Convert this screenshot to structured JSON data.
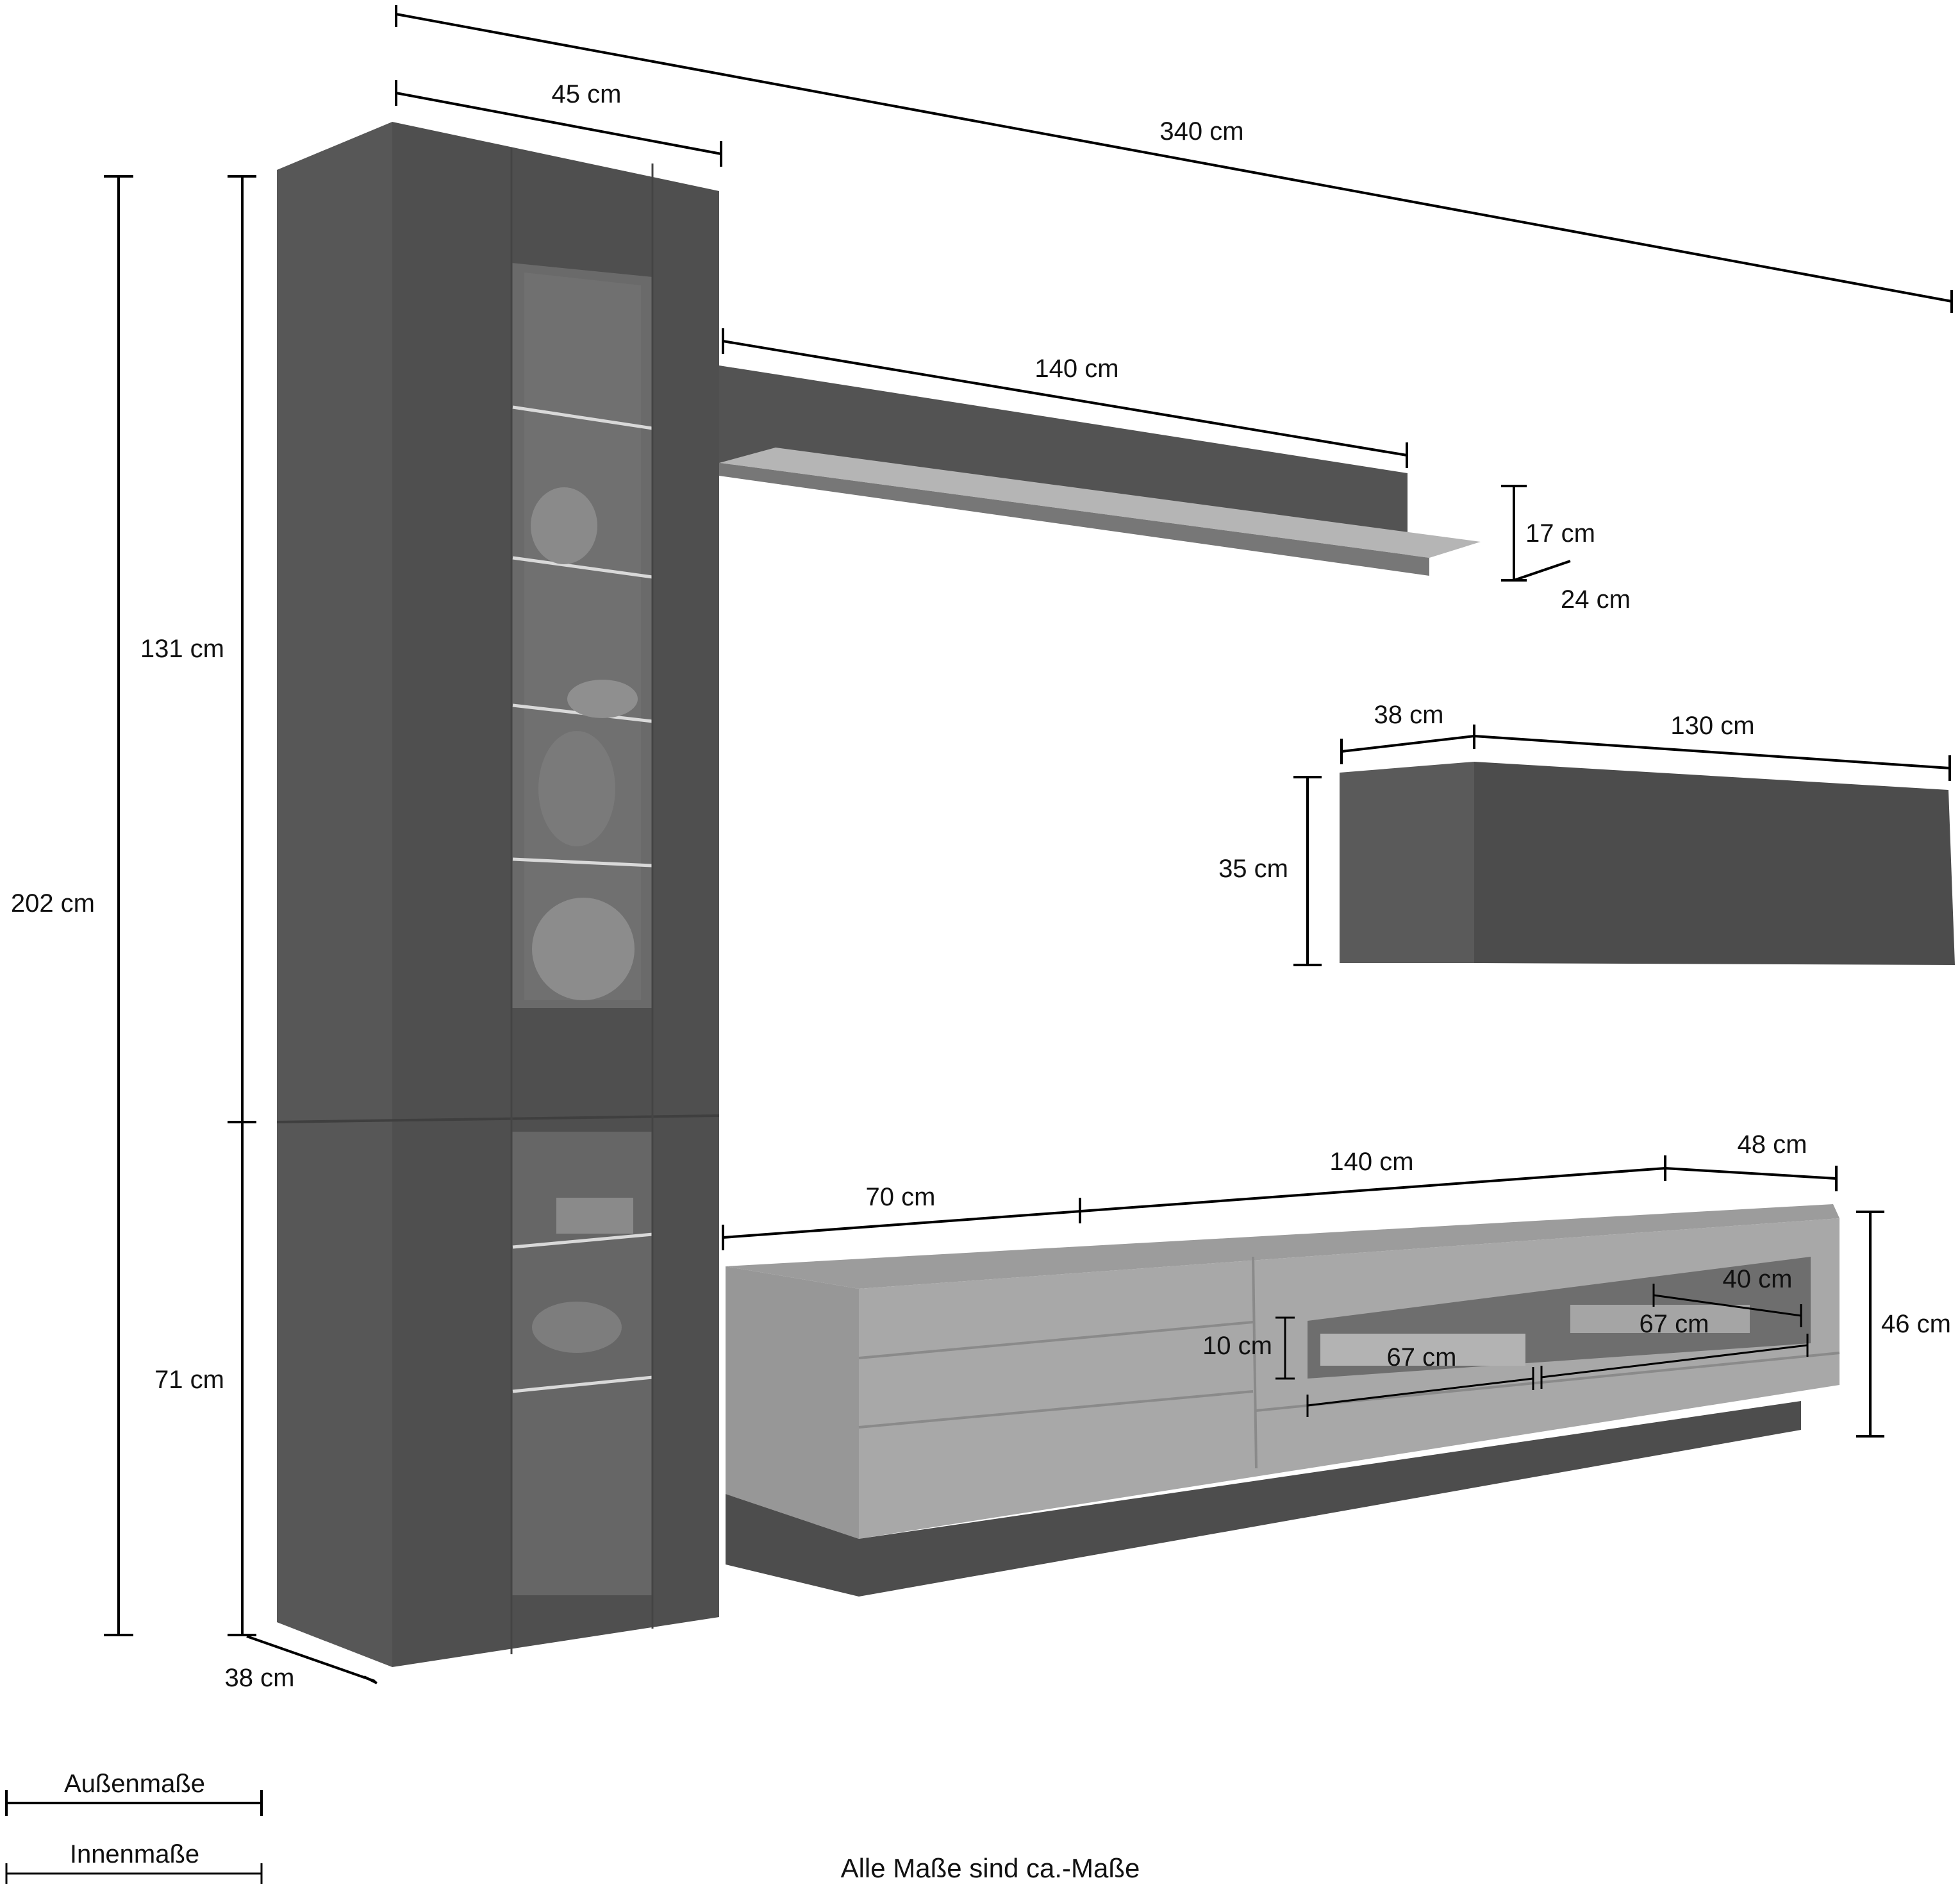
{
  "dimensions": {
    "overall_width": "340 cm",
    "tall_cabinet_width": "45 cm",
    "tall_cabinet_height": "202 cm",
    "tall_cabinet_upper_inner": "131 cm",
    "tall_cabinet_lower_inner": "71 cm",
    "tall_cabinet_depth": "38 cm",
    "wall_panel_width": "140 cm",
    "wall_panel_height": "17 cm",
    "wall_panel_depth": "24 cm",
    "hanging_cabinet_depth": "38 cm",
    "hanging_cabinet_width": "130 cm",
    "hanging_cabinet_height": "35 cm",
    "lowboard_inner_left": "70 cm",
    "lowboard_inner_middle": "140 cm",
    "lowboard_depth": "48 cm",
    "lowboard_height": "46 cm",
    "lowboard_compartment_height": "10 cm",
    "lowboard_compartment_width_left": "67 cm",
    "lowboard_compartment_width_right": "67 cm",
    "lowboard_compartment_depth": "40 cm"
  },
  "legend": {
    "outer": "Außenmaße",
    "inner": "Innenmaße"
  },
  "footnote": "Alle Maße sind ca.-Maße",
  "colors": {
    "cabinet_dark": "#565656",
    "cabinet_front": "#4a4a4a",
    "wood": "#a9a9a9",
    "wood_dark": "#8e8e8e",
    "glass": "#6b6b6b",
    "line": "#000000"
  }
}
